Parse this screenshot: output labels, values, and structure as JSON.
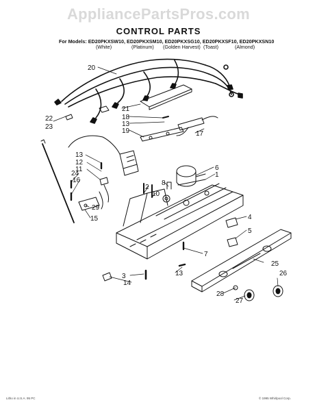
{
  "watermark": "AppliancePartsPros.com",
  "title": "CONTROL PARTS",
  "models": "For Models: ED20PKXSW10, ED20PKXSM10, ED20PKXSG10, ED20PKXSF10, ED20PKXSN10",
  "variants": [
    "(White)",
    "(Platinum)",
    "(Golden Harvest)",
    "(Toast)",
    "(Almond)"
  ],
  "footer_left": "Litho in U.S.A. 95 PC",
  "footer_right": "© 1995 Whirlpool Corp.",
  "callouts": [
    "20",
    "21",
    "18",
    "13",
    "19",
    "17",
    "22",
    "23",
    "13",
    "12",
    "11",
    "24",
    "16",
    "29",
    "15",
    "2",
    "10",
    "8",
    "6",
    "1",
    "4",
    "5",
    "7",
    "13",
    "3",
    "14",
    "25",
    "26",
    "28",
    "27"
  ]
}
